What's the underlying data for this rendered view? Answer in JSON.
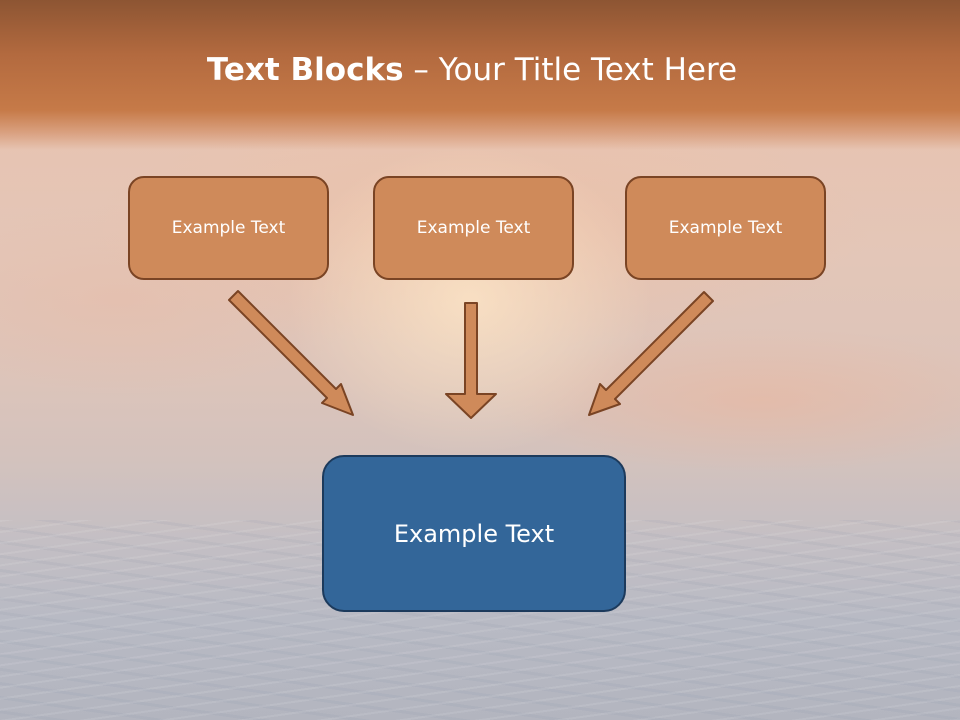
{
  "slide": {
    "title_bold": "Text Blocks",
    "title_dash": " – ",
    "title_rest": "Your Title Text Here"
  },
  "blocks": {
    "top": [
      "Example Text",
      "Example Text",
      "Example Text"
    ],
    "bottom": "Example Text"
  },
  "colors": {
    "accent_orange": "#cf8a5a",
    "accent_orange_border": "#7a4424",
    "accent_blue": "#336699",
    "accent_blue_border": "#1c3a5c",
    "title_band": "#b36a3f",
    "text": "#ffffff"
  }
}
